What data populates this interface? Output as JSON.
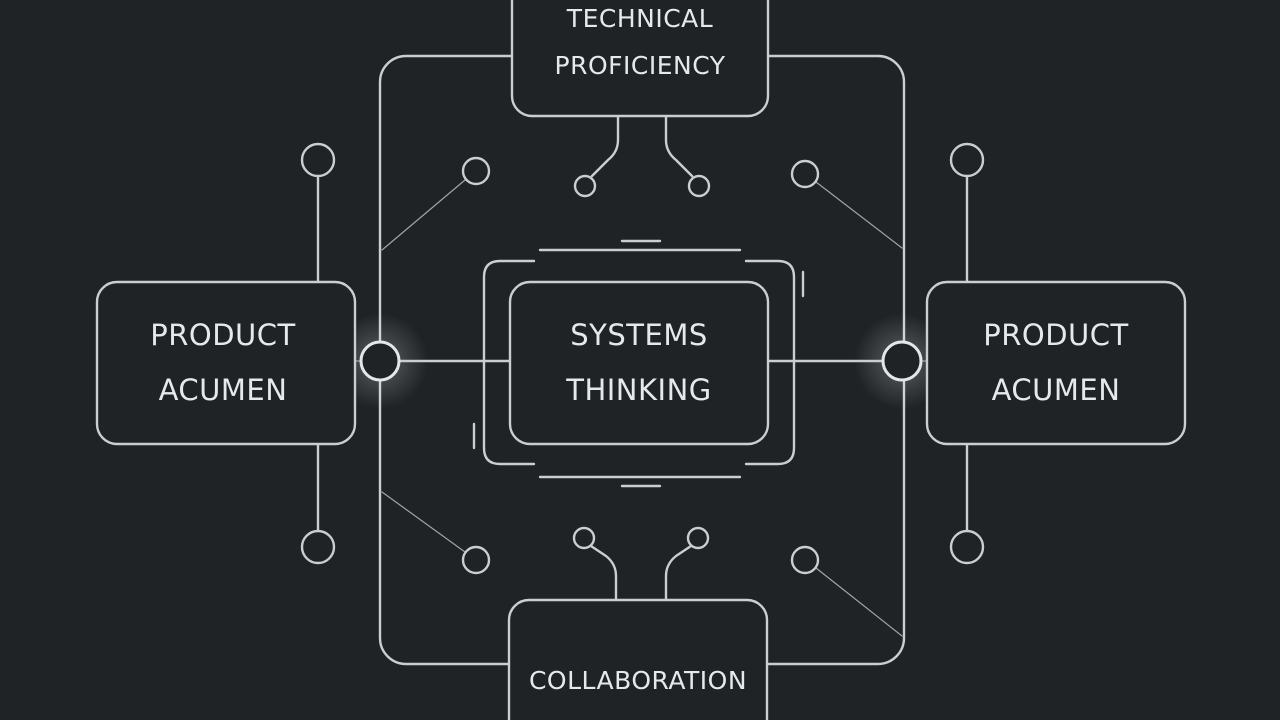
{
  "nodes": {
    "top": {
      "lines": [
        "TECHNICAL",
        "PROFICIENCY"
      ]
    },
    "left": {
      "lines": [
        "PRODUCT",
        "ACUMEN"
      ]
    },
    "right": {
      "lines": [
        "PRODUCT",
        "ACUMEN"
      ]
    },
    "center": {
      "lines": [
        "SYSTEMS",
        "THINKING"
      ]
    },
    "bottom": {
      "lines": [
        "COLLABORATION"
      ]
    }
  },
  "colors": {
    "background": "#1f2326",
    "line": "#c9ced1",
    "text": "#e6e9eb"
  }
}
